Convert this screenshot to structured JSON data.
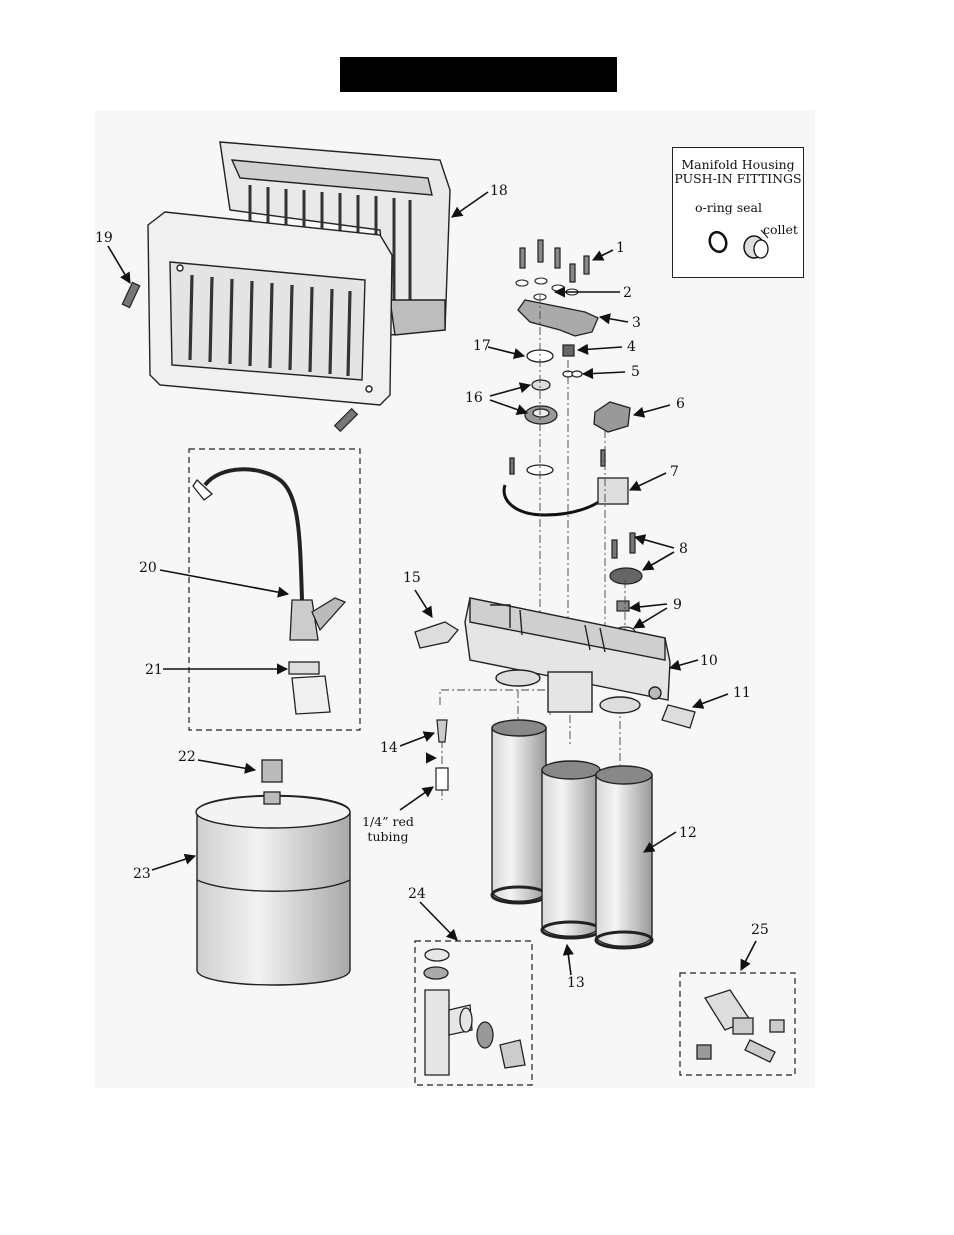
{
  "title": "",
  "inset": {
    "line1": "Manifold Housing",
    "line2": "PUSH-IN FITTINGS",
    "oring_label": "o-ring seal",
    "collet_label": "collet"
  },
  "tubing_label_line1": "1/4” red",
  "tubing_label_line2": "tubing",
  "callouts": [
    "1",
    "2",
    "3",
    "4",
    "5",
    "6",
    "7",
    "8",
    "9",
    "10",
    "11",
    "12",
    "13",
    "14",
    "15",
    "16",
    "17",
    "18",
    "19",
    "20",
    "21",
    "22",
    "23",
    "24",
    "25"
  ]
}
